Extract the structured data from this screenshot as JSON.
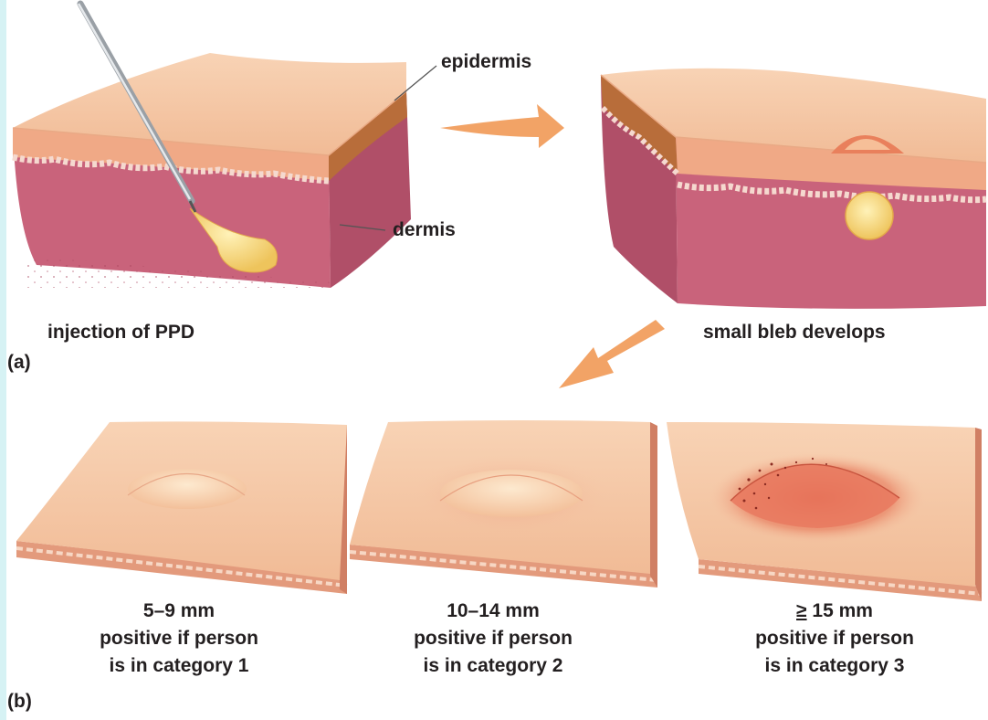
{
  "panel_a": {
    "tag": "(a)",
    "step1_caption": "injection of PPD",
    "step2_caption": "small bleb develops",
    "label_epidermis": "epidermis",
    "label_dermis": "dermis"
  },
  "panel_b": {
    "tag": "(b)",
    "results": [
      {
        "size": "5–9 mm",
        "line2": "positive if person",
        "line3": "is in category 1"
      },
      {
        "size": "10–14 mm",
        "line2": "positive if person",
        "line3": "is in category 2"
      },
      {
        "size_symbol": "≥",
        "size": " 15 mm",
        "line2": "positive if person",
        "line3": "is in category 3"
      }
    ]
  },
  "colors": {
    "skin_top": "#f5c7a4",
    "dermis": "#c9637b",
    "epidermis": "#b86d3a",
    "arrow": "#f2a366",
    "fluid": "#f5d17a"
  }
}
